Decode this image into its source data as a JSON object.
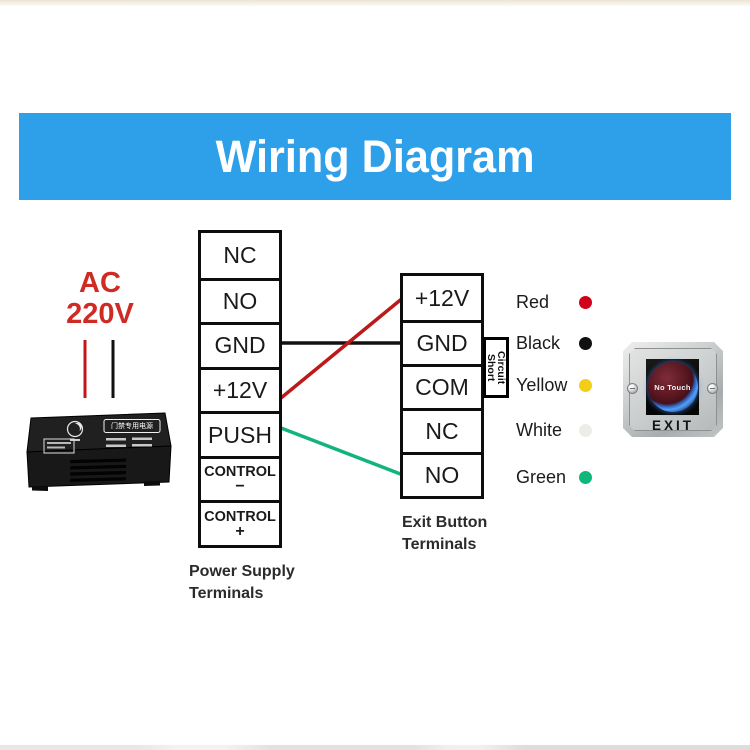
{
  "banner": {
    "title": "Wiring Diagram",
    "bg_color": "#2E9FE9",
    "text_color": "#FFFFFF"
  },
  "ac_input": {
    "line1": "AC",
    "line2": "220V",
    "text_color": "#CE2B24",
    "live_wire_color": "#C01818",
    "neutral_wire_color": "#111111"
  },
  "power_supply_unit": {
    "label": "门禁专用电源"
  },
  "power_terminals": {
    "caption_line1": "Power Supply",
    "caption_line2": "Terminals",
    "cells": [
      {
        "label": "NC"
      },
      {
        "label": "NO"
      },
      {
        "label": "GND"
      },
      {
        "label": "+12V"
      },
      {
        "label": "PUSH"
      },
      {
        "label": "CONTROL",
        "sub": "−"
      },
      {
        "label": "CONTROL",
        "sub": "+"
      }
    ]
  },
  "exit_terminals": {
    "caption_line1": "Exit Button",
    "caption_line2": "Terminals",
    "cells": [
      {
        "label": "+12V"
      },
      {
        "label": "GND"
      },
      {
        "label": "COM"
      },
      {
        "label": "NC"
      },
      {
        "label": "NO"
      }
    ]
  },
  "short_circuit": {
    "text": "Short\nCircuit"
  },
  "wires": {
    "gnd_color": "#111111",
    "v12_color": "#BB1A1A",
    "push_no_color": "#12B47C"
  },
  "legend": {
    "items": [
      {
        "label": "Red",
        "color": "#D0021B"
      },
      {
        "label": "Black",
        "color": "#111111"
      },
      {
        "label": "Yellow",
        "color": "#F2CE1B"
      },
      {
        "label": "White",
        "color": "#ECECE8"
      },
      {
        "label": "Green",
        "color": "#0FB87A"
      }
    ]
  },
  "exit_button": {
    "button_text": "No Touch",
    "plate_text": "EXIT"
  }
}
